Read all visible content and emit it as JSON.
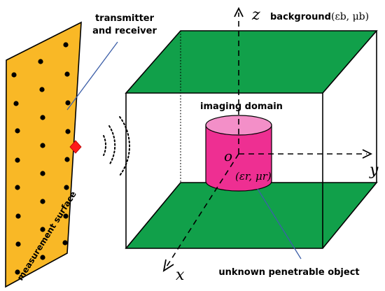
{
  "labels": {
    "transmitter_line1": "transmitter",
    "transmitter_line2": "and receiver",
    "background_word": "background",
    "background_params": "(εb, μb)",
    "imaging_domain": "imaging domain",
    "origin": "o",
    "object_params": "(εr, μr)",
    "axis_z": "z",
    "axis_y": "y",
    "axis_x": "x",
    "measurement_surface": "measurement surface",
    "unknown_object": "unknown penetrable object"
  },
  "colors": {
    "surface_fill": "#f9b826",
    "floor_ceiling": "#11a04a",
    "cylinder_body": "#ee2f92",
    "cylinder_top": "#f38fc8",
    "antenna": "#ff1a1a",
    "leader_line": "#3d5fa8"
  },
  "icons": {
    "antenna": "antenna-diamond-icon",
    "wave": "wave-arcs-icon"
  }
}
